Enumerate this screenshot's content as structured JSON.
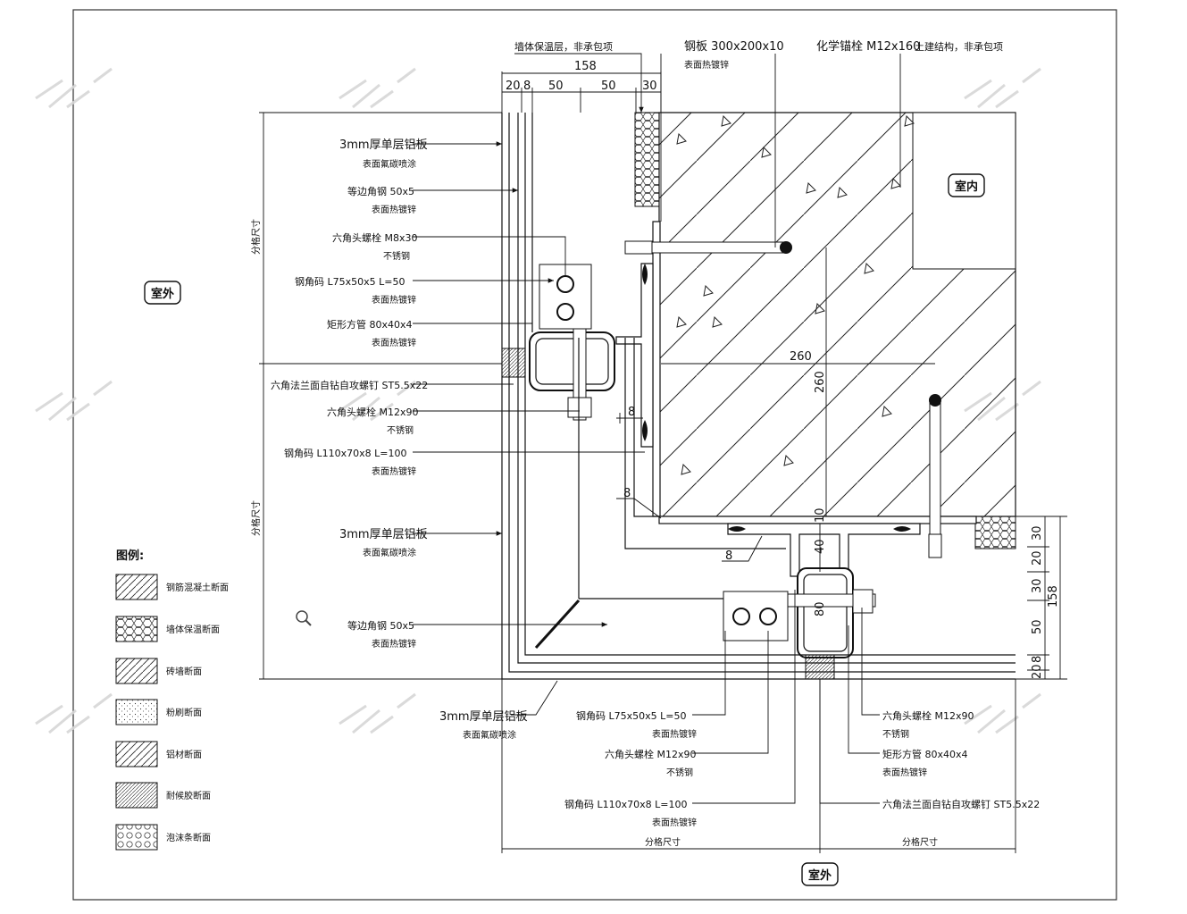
{
  "rooms": {
    "exterior_left": "室外",
    "exterior_bottom": "室外",
    "interior": "室内"
  },
  "top_dims": {
    "total": "158",
    "d20": "20",
    "d8": "8",
    "d50a": "50",
    "d50b": "50",
    "d30": "30"
  },
  "right_dims": {
    "total": "158",
    "d30a": "30",
    "d20": "20",
    "d30b": "30",
    "d50": "50",
    "d20b": "20",
    "d8": "8"
  },
  "inner_dims": {
    "h260": "260",
    "v260": "260",
    "d40": "40",
    "d80": "80",
    "d10": "10"
  },
  "welds": {
    "w1": "8",
    "w2": "8",
    "w3": "8"
  },
  "grid_label_left_top": "分格尺寸",
  "grid_label_left_bottom": "分格尺寸",
  "grid_label_bottom_left": "分格尺寸",
  "grid_label_bottom_right": "分格尺寸",
  "top_labels": {
    "insulation": "墙体保温层，非承包项",
    "plate_a": "钢板 300x200x10",
    "plate_b": "表面热镀锌",
    "anchor": "化学锚栓 M12x160",
    "structure": "土建结构，非承包项"
  },
  "left_labels": [
    {
      "a": "3mm厚单层铝板",
      "b": "表面氟碳喷涂"
    },
    {
      "a": "等边角钢 50x5",
      "b": "表面热镀锌"
    },
    {
      "a": "六角头螺栓 M8x30",
      "b": "不锈钢"
    },
    {
      "a": "钢角码 L75x50x5 L=50",
      "b": "表面热镀锌"
    },
    {
      "a": "矩形方管 80x40x4",
      "b": "表面热镀锌"
    },
    {
      "a": "六角法兰面自钻自攻螺钉 ST5.5x22",
      "b": ""
    },
    {
      "a": "六角头螺栓 M12x90",
      "b": "不锈钢"
    },
    {
      "a": "钢角码 L110x70x8 L=100",
      "b": "表面热镀锌"
    },
    {
      "a": "3mm厚单层铝板",
      "b": "表面氟碳喷涂"
    },
    {
      "a": "等边角钢 50x5",
      "b": "表面热镀锌"
    }
  ],
  "bottom_labels": {
    "panel_a": "3mm厚单层铝板",
    "panel_b": "表面氟碳喷涂",
    "angle75_a": "钢角码 L75x50x5 L=50",
    "angle75_b": "表面热镀锌",
    "bolt90_a": "六角头螺栓 M12x90",
    "bolt90_b": "不锈钢",
    "angle110_a": "钢角码 L110x70x8 L=100",
    "angle110_b": "表面热镀锌",
    "boltR_a": "六角头螺栓 M12x90",
    "boltR_b": "不锈钢",
    "tube_a": "矩形方管 80x40x4",
    "tube_b": "表面热镀锌",
    "screw": "六角法兰面自钻自攻螺钉 ST5.5x22"
  },
  "legend": {
    "title": "图例:",
    "items": [
      "钢筋混凝土断面",
      "墙体保温断面",
      "砖墙断面",
      "粉刷断面",
      "铝材断面",
      "耐候胶断面",
      "泡沫条断面"
    ]
  },
  "icons": {
    "zoom": "magnifier-icon",
    "watermark": "watermark-logo"
  }
}
